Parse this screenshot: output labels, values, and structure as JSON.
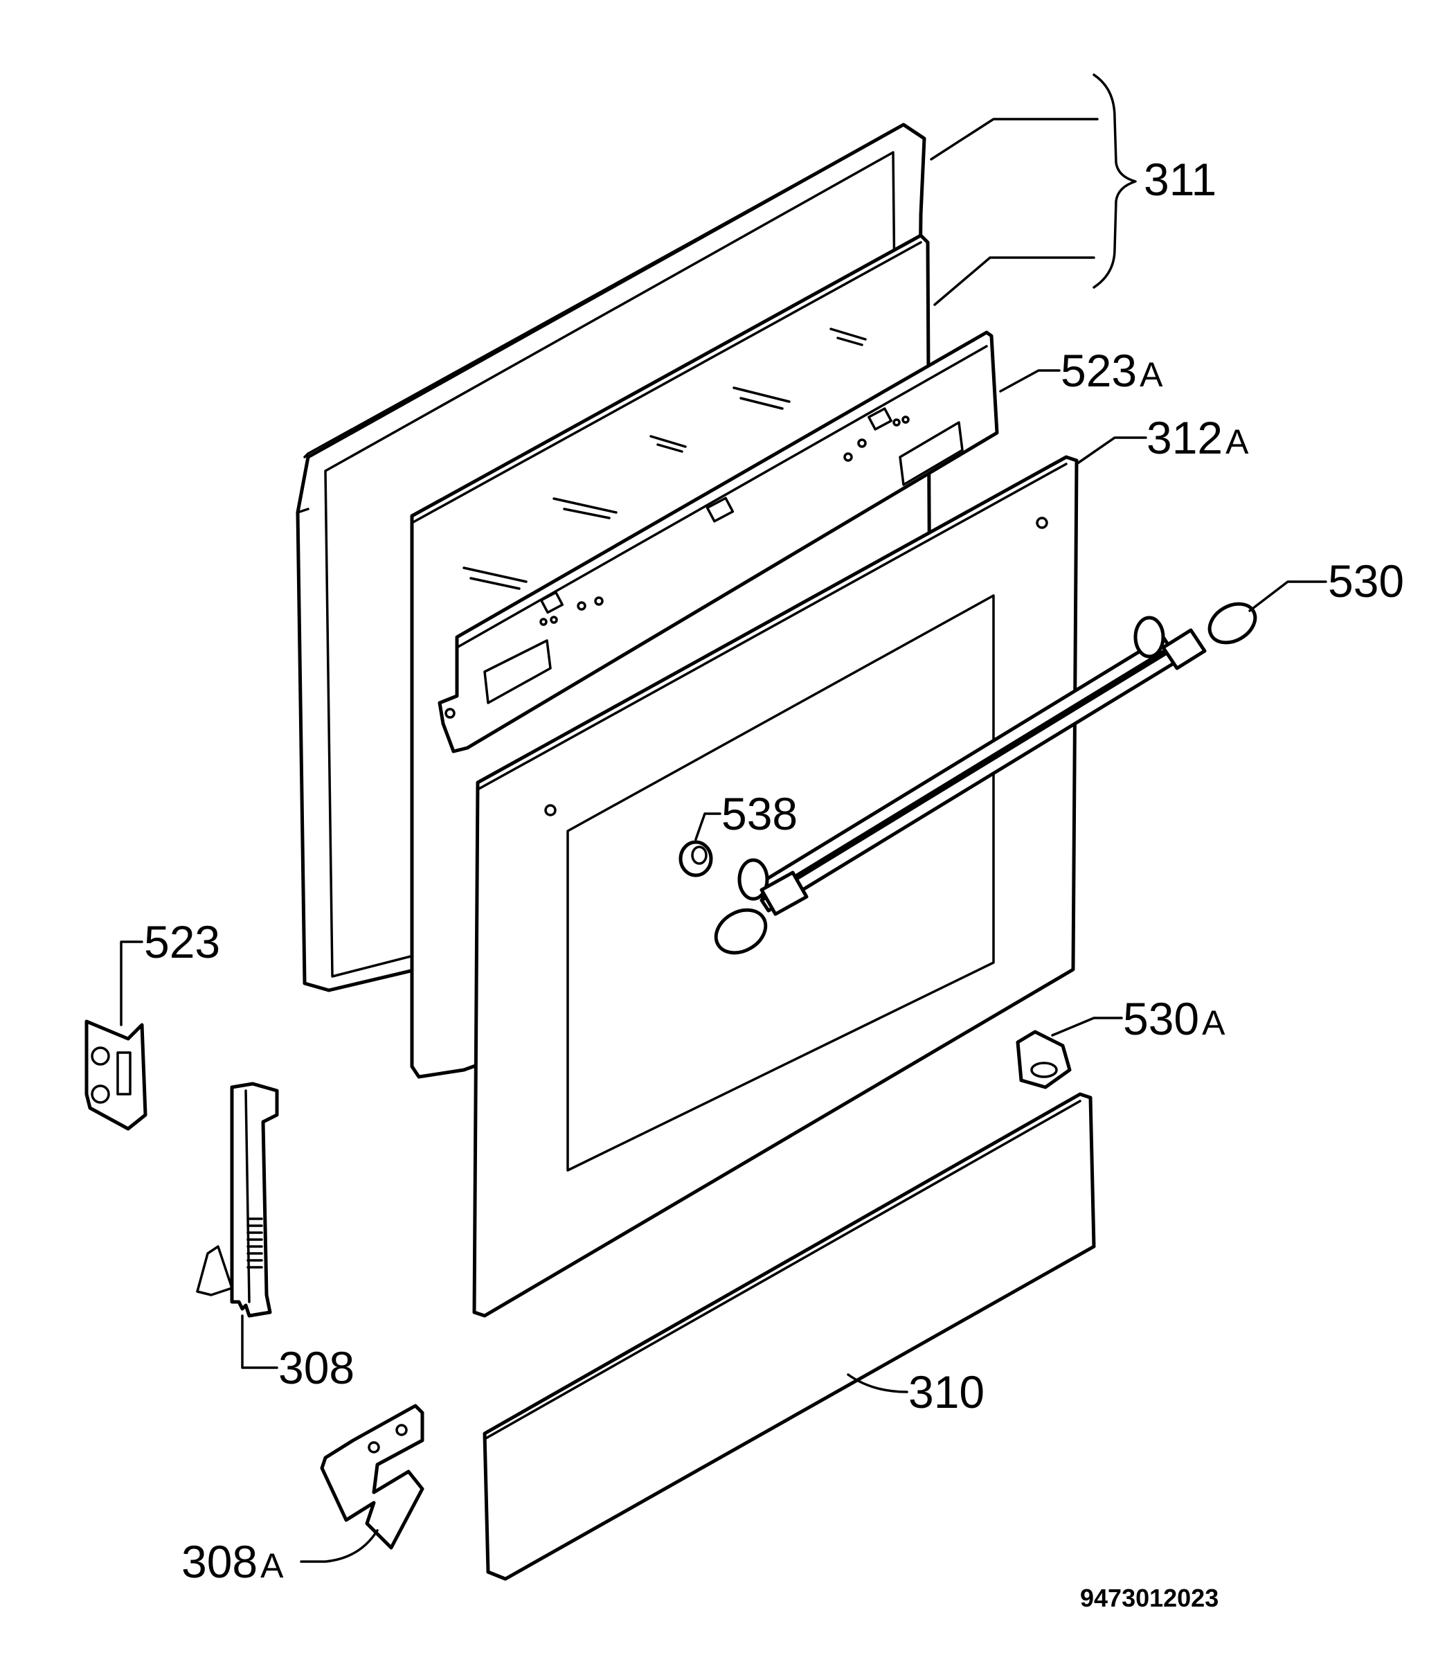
{
  "diagram": {
    "labels": {
      "p311": "311",
      "p523a": {
        "num": "523",
        "suffix": "A"
      },
      "p312a": {
        "num": "312",
        "suffix": "A"
      },
      "p530": "530",
      "p538": "538",
      "p523": "523",
      "p530a": {
        "num": "530",
        "suffix": "A"
      },
      "p308": "308",
      "p310": "310",
      "p308a": {
        "num": "308",
        "suffix": "A"
      }
    },
    "drawing_code": "9473012023"
  }
}
